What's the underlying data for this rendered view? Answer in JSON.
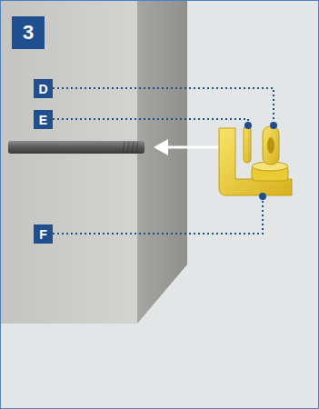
{
  "diagram": {
    "labels": [
      "3",
      "D",
      "E",
      "F"
    ]
  }
}
